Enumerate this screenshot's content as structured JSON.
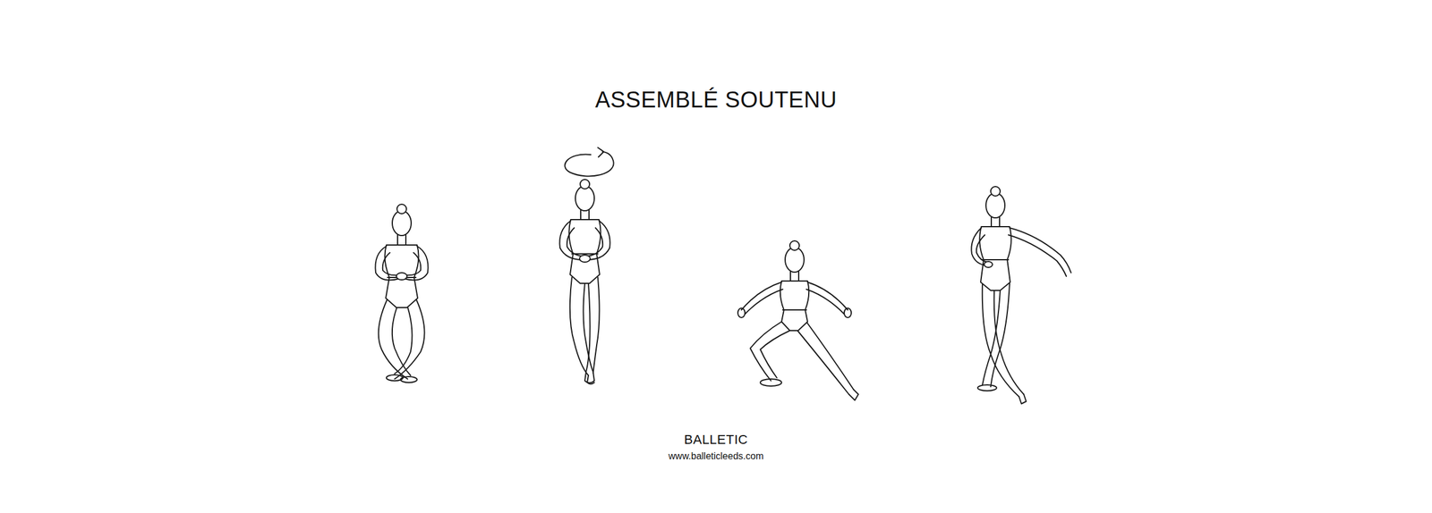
{
  "diagram": {
    "title": "ASSEMBLÉ SOUTENU",
    "labels": [
      "BALLETIC",
      "www.balleticleeds.com"
    ]
  }
}
